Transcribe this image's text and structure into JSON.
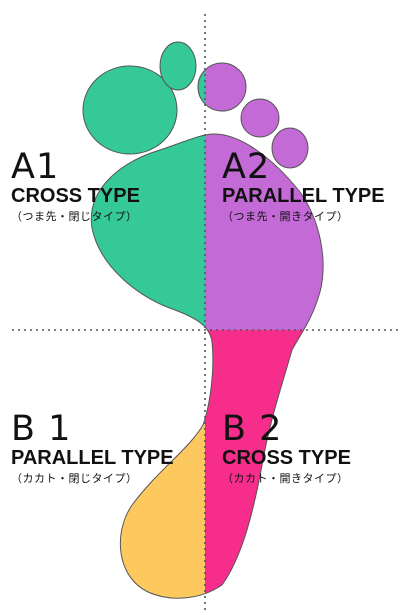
{
  "colors": {
    "a1": "#34c996",
    "a2": "#c46ad6",
    "b1": "#fdc95f",
    "b2": "#f72d8c",
    "outline": "#555555",
    "divider": "#555555",
    "text": "#111111"
  },
  "regions": {
    "a1": {
      "code": "A1",
      "type": "CROSS TYPE",
      "subtitle": "（つま先・閉じタイプ）"
    },
    "a2": {
      "code": "A2",
      "type": "PARALLEL TYPE",
      "subtitle": "（つま先・開きタイプ）"
    },
    "b1": {
      "code": "B 1",
      "type": "PARALLEL TYPE",
      "subtitle": "（カカト・閉じタイプ）"
    },
    "b2": {
      "code": "B 2",
      "type": "CROSS TYPE",
      "subtitle": "（カカト・開きタイプ）"
    }
  }
}
